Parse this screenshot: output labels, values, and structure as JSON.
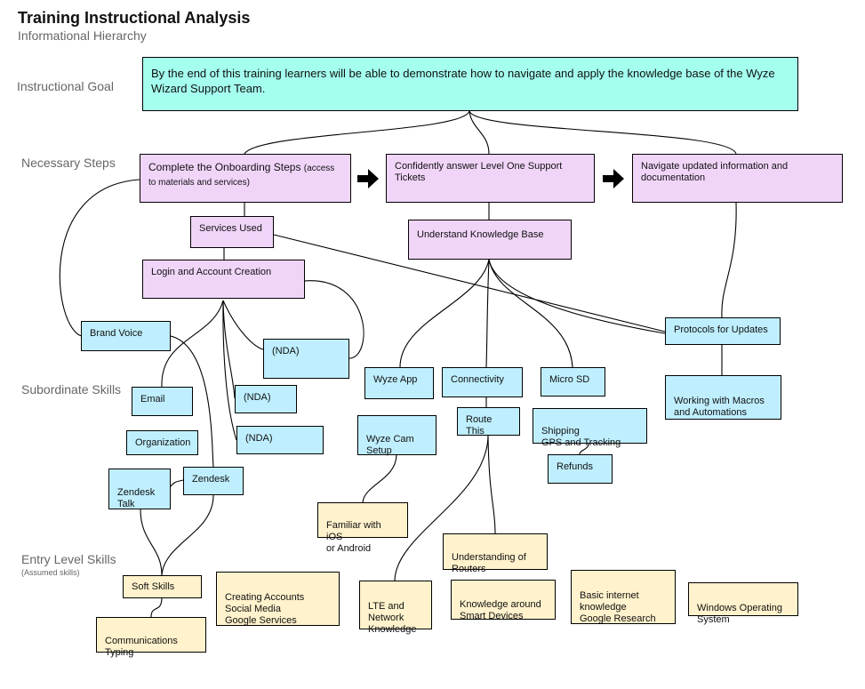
{
  "header": {
    "title": "Training Instructional Analysis",
    "subtitle": "Informational Hierarchy"
  },
  "row_labels": {
    "goal": "Instructional Goal",
    "steps": "Necessary Steps",
    "subordinate": "Subordinate Skills",
    "entry": "Entry Level Skills",
    "entry_note": "(Assumed  skills)"
  },
  "colors": {
    "goal": "#a4ffef",
    "step": "#f1d5f9",
    "skill": "#bfefff",
    "entry": "#fff2cc"
  },
  "goal": {
    "text": "By the end of this training learners will be able to demonstrate how to navigate and apply the knowledge base of the Wyze Wizard Support Team."
  },
  "steps": {
    "onboarding_main": "Complete the Onboarding Steps",
    "onboarding_note": "(access to materials and services)",
    "tickets": "Confidently answer Level One Support Tickets",
    "navigate": "Navigate updated information and documentation",
    "services_used": "Services Used",
    "login": "Login and Account Creation",
    "knowledge_base": "Understand Knowledge Base"
  },
  "subordinate": {
    "brand_voice": "Brand Voice",
    "nda_1": "(NDA)",
    "nda_2": "(NDA)",
    "nda_3": "(NDA)",
    "email": "Email",
    "organization": "Organization",
    "zendesk_talk": "Zendesk\nTalk",
    "zendesk": "Zendesk",
    "wyze_app": "Wyze App",
    "wyze_cam_setup": "Wyze Cam\nSetup",
    "connectivity": "Connectivity",
    "route_this": "Route This",
    "micro_sd": "Micro SD",
    "shipping": "Shipping\nGPS and Tracking",
    "refunds": "Refunds",
    "protocols": "Protocols for Updates",
    "macros": "Working with Macros\nand Automations"
  },
  "entry": {
    "ios_android": "Familiar with iOS\nor Android",
    "routers": "Understanding of\nRouters",
    "soft_skills": "Soft Skills",
    "communications": "Communications\nTyping",
    "creating_accounts": "Creating Accounts\nSocial Media\nGoogle Services",
    "lte": "LTE and\nNetwork\nKnowledge",
    "smart_devices": "Knowledge around\nSmart Devices",
    "internet": "Basic internet\nknowledge\nGoogle Research",
    "windows": "Windows Operating\nSystem"
  },
  "icons": {
    "step_arrow": "right-arrow-icon"
  }
}
